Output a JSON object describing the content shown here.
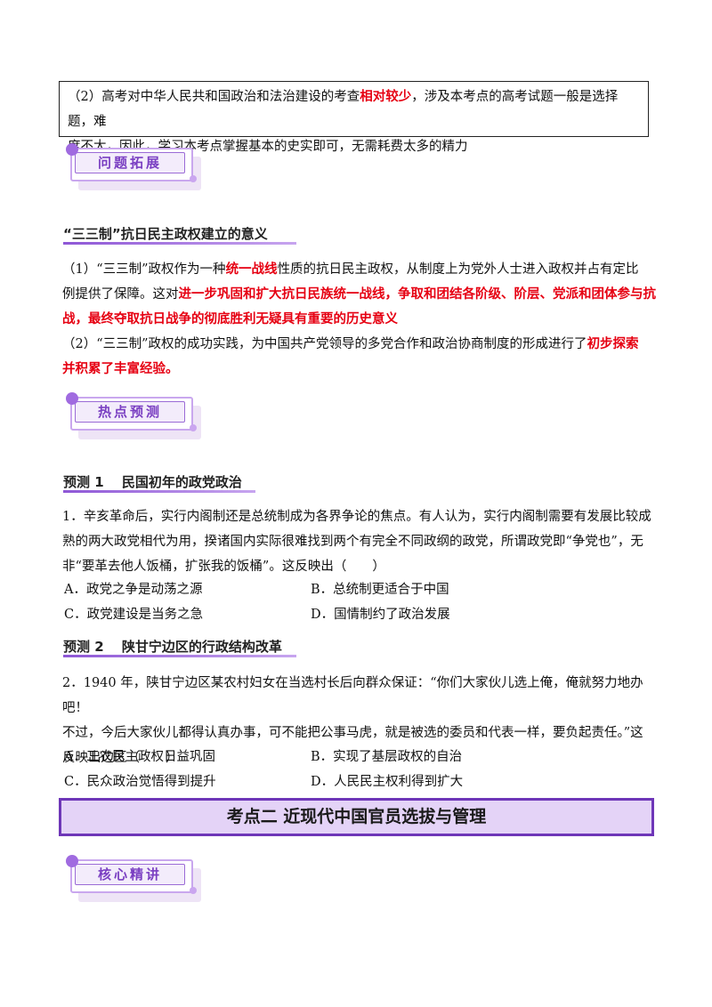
{
  "box_note": {
    "line1_pre": "（2）高考对中华人民共和国政治和法治建设的考查",
    "line1_red": "相对较少",
    "line1_post": "，涉及本考点的高考试题一般是选择题，难",
    "line2": "度不大，因此，学习本考点掌握基本的史实即可，无需耗费太多的精力"
  },
  "badges": {
    "b1": "问题拓展",
    "b2": "热点预测",
    "b3": "核心精讲"
  },
  "section1": {
    "title": "“三三制”抗日民主政权建立的意义",
    "p1_a": "（1）“三三制”政权作为一种",
    "p1_red1": "统一战线",
    "p1_b": "性质的抗日民主政权，从制度上为党外人士进入政权并占有定比",
    "p1_c": "例提供了保障。这对",
    "p1_red2": "进一步巩固和扩大抗日民族统一战线，争取和团结各阶级、阶层、党派和团体参与抗",
    "p1_red3": "战，最终夺取抗日战争的彻底胜利无疑具有重要的历史意义",
    "p2_a": "（2）“三三制”政权的成功实践，为中国共产党领导的多党合作和政治协商制度的形成进行了",
    "p2_red1": "初步探索",
    "p2_red2": "并积累了丰富经验。"
  },
  "predict1": {
    "title": "预测 1　 民国初年的政党政治",
    "q_l1": "1．辛亥革命后，实行内阁制还是总统制成为各界争论的焦点。有人认为，实行内阁制需要有发展比较成",
    "q_l2": "熟的两大政党相代为用，揆诸国内实际很难找到两个有完全不同政纲的政党，所谓政党即“争党也”，无",
    "q_l3": "非“要革去他人饭桶，扩张我的饭桶”。这反映出（　　）",
    "optA": "A．政党之争是动荡之源",
    "optB": "B．总统制更适合于中国",
    "optC": "C．政党建设是当务之急",
    "optD": "D．国情制约了政治发展"
  },
  "predict2": {
    "title": "预测 2　 陕甘宁边区的行政结构改革",
    "q_l1": "2．1940 年，陕甘宁边区某农村妇女在当选村长后向群众保证：“你们大家伙儿选上俺，俺就努力地办吧！",
    "q_l2": "不过，今后大家伙儿都得认真办事，可不能把公事马虎，就是被选的委员和代表一样，要负起责任。”这",
    "q_l3": "反映出边区（　　）",
    "optA": "A．工农民主政权日益巩固",
    "optB": "B．实现了基层政权的自治",
    "optC": "C．民众政治觉悟得到提升",
    "optD": "D．人民民主权利得到扩大"
  },
  "kaodian2": {
    "title": "考点二  近现代中国官员选拔与管理"
  },
  "colors": {
    "accent_purple": "#6e36b8",
    "highlight_red": "#e60012"
  }
}
